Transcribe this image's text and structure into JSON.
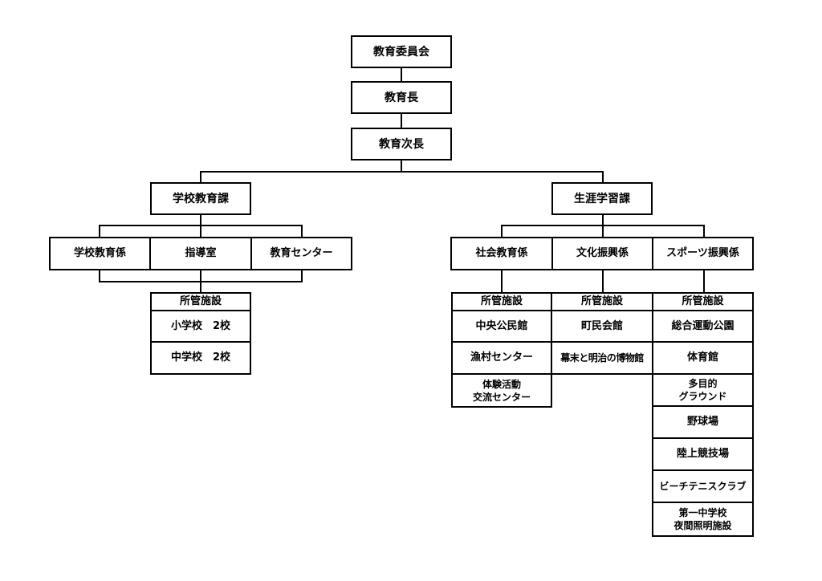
{
  "board": "教育委員会",
  "superintendent": "教育長",
  "deputy": "教育次長",
  "dept_school": {
    "name": "学校教育課",
    "units": [
      "学校教育係",
      "指導室",
      "教育センター"
    ],
    "facility_header": "所管施設",
    "facilities": [
      "小学校　2校",
      "中学校　2校"
    ]
  },
  "dept_lifelong": {
    "name": "生涯学習課",
    "units": [
      "社会教育係",
      "文化振興係",
      "スポーツ振興係"
    ],
    "facility_header": "所管施設",
    "social_facilities": [
      "中央公民館",
      "漁村センター",
      "体験活動\n交流センター"
    ],
    "culture_facilities": [
      "町民会館",
      "幕末と明治の博物館"
    ],
    "sports_facilities": [
      "総合運動公園",
      "体育館",
      "多目的\nグラウンド",
      "野球場",
      "陸上競技場",
      "ビーチテニスクラブ",
      "第一中学校\n夜間照明施設"
    ]
  }
}
